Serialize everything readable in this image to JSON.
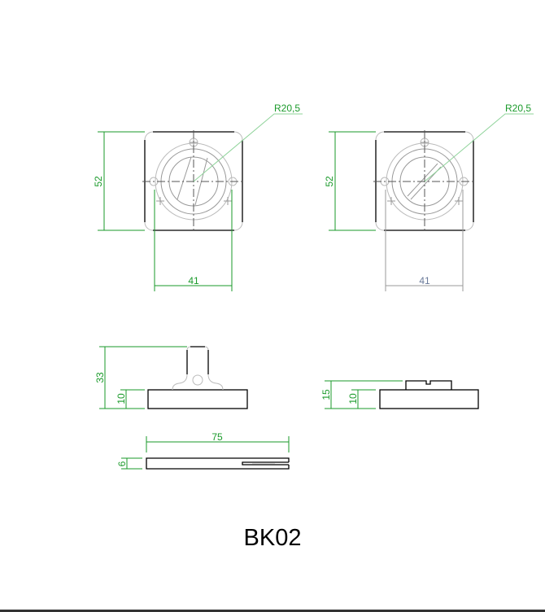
{
  "title": "BK02",
  "views": {
    "top_left": {
      "height_dim": "52",
      "width_dim": "41",
      "radius_dim": "R20,5"
    },
    "top_right": {
      "height_dim": "52",
      "width_dim": "41",
      "radius_dim": "R20,5"
    },
    "side_left": {
      "total_height_dim": "33",
      "base_height_dim": "10"
    },
    "side_right": {
      "total_height_dim": "15",
      "base_height_dim": "10"
    },
    "flat": {
      "length_dim": "75",
      "thickness_dim": "6"
    }
  },
  "colors": {
    "dimension": "#1a9a2a",
    "outline": "#000000"
  }
}
